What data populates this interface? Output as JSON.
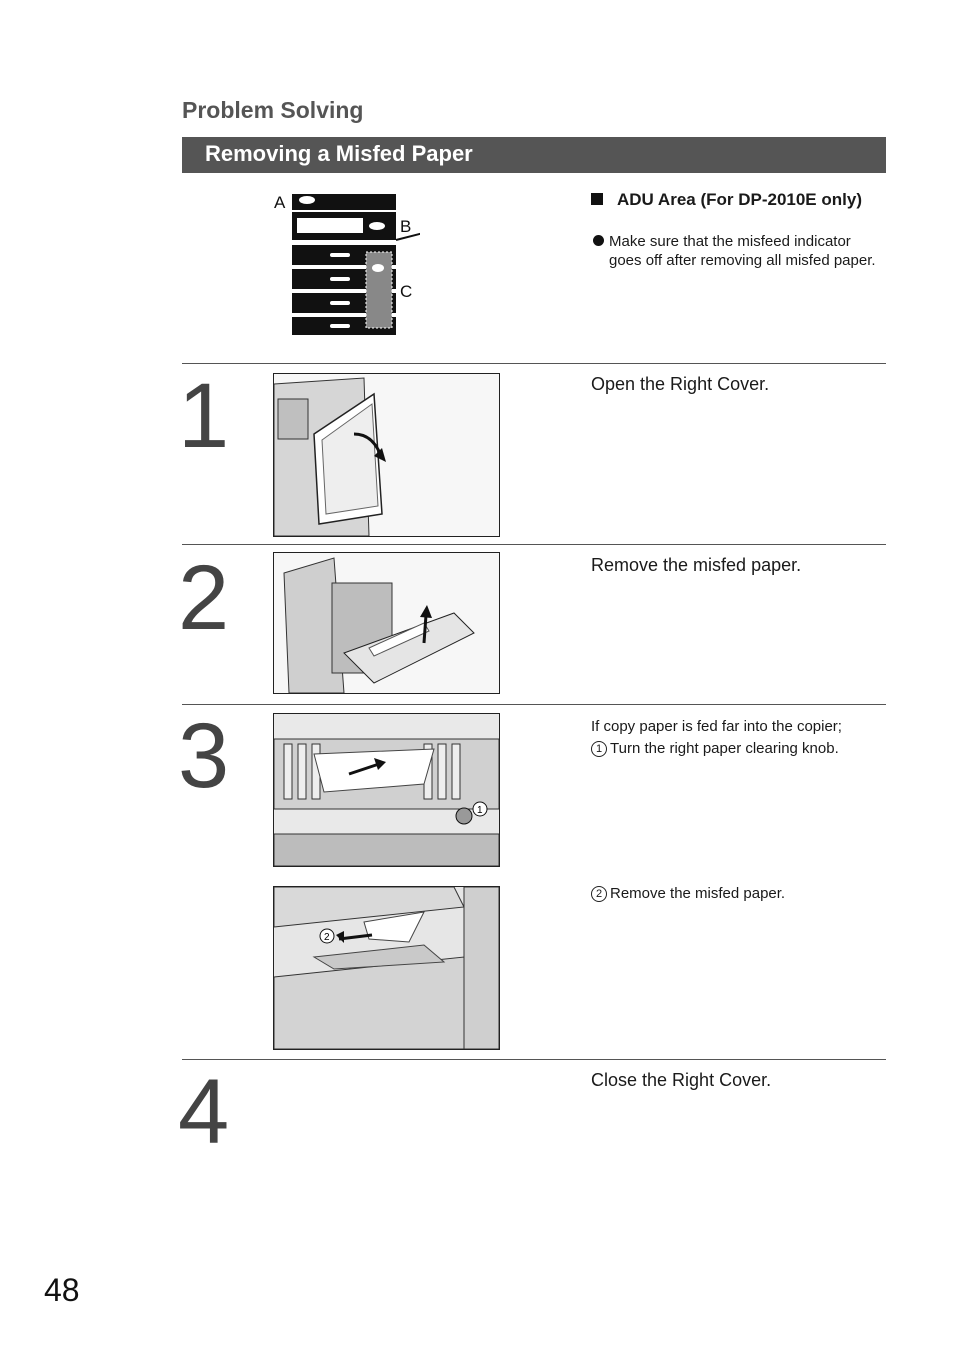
{
  "header": {
    "section": "Problem Solving",
    "title": "Removing a Misfed Paper"
  },
  "diagram": {
    "labels": [
      "A",
      "B",
      "C"
    ]
  },
  "adu": {
    "heading": "ADU Area (For DP-2010E only)",
    "note": "Make sure that the misfeed indicator goes off after removing all misfed paper."
  },
  "steps": [
    {
      "number": "1",
      "text": "Open the Right Cover."
    },
    {
      "number": "2",
      "text": "Remove the misfed paper."
    },
    {
      "number": "3",
      "intro": "If copy paper is fed far into the copier;",
      "sub": [
        {
          "marker": "1",
          "text": "Turn the right paper clearing knob."
        },
        {
          "marker": "2",
          "text": "Remove the misfed paper."
        }
      ]
    },
    {
      "number": "4",
      "text": "Close the Right Cover."
    }
  ],
  "page_number": "48"
}
